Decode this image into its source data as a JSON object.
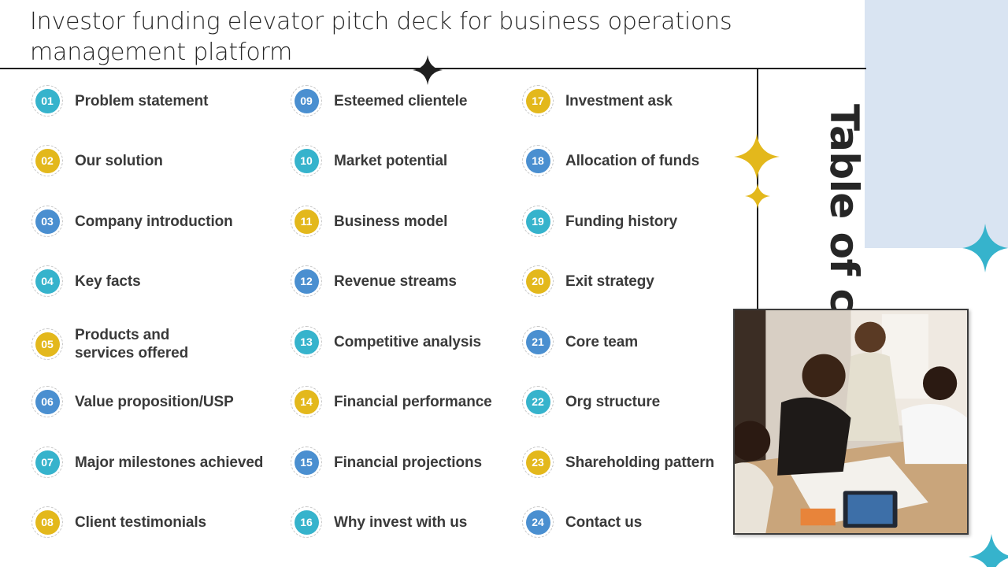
{
  "slide": {
    "title_line1": "Investor funding elevator pitch deck for business operations",
    "title_line2": "management platform",
    "toc_heading": "Table of contents"
  },
  "colors": {
    "teal": "#36b3cc",
    "gold": "#e3b81c",
    "blue": "#4a8fd0",
    "panel": "#d9e4f2",
    "text": "#3a3a3a"
  },
  "icons": [
    "sparkle-star-icon",
    "sparkle-star-icon",
    "sparkle-star-icon",
    "sparkle-star-icon",
    "sparkle-star-icon"
  ],
  "photo": {
    "description_icon": "team-meeting-photo"
  },
  "items": [
    {
      "num": "01",
      "label": "Problem statement",
      "color": "teal"
    },
    {
      "num": "02",
      "label": "Our solution",
      "color": "gold"
    },
    {
      "num": "03",
      "label": "Company introduction",
      "color": "blue"
    },
    {
      "num": "04",
      "label": "Key facts",
      "color": "teal"
    },
    {
      "num": "05",
      "label": "Products and\nservices offered",
      "color": "gold"
    },
    {
      "num": "06",
      "label": "Value proposition/USP",
      "color": "blue"
    },
    {
      "num": "07",
      "label": "Major milestones achieved",
      "color": "teal"
    },
    {
      "num": "08",
      "label": "Client testimonials",
      "color": "gold"
    },
    {
      "num": "09",
      "label": "Esteemed clientele",
      "color": "blue"
    },
    {
      "num": "10",
      "label": "Market potential",
      "color": "teal"
    },
    {
      "num": "11",
      "label": "Business model",
      "color": "gold"
    },
    {
      "num": "12",
      "label": "Revenue streams",
      "color": "blue"
    },
    {
      "num": "13",
      "label": "Competitive analysis",
      "color": "teal"
    },
    {
      "num": "14",
      "label": "Financial performance",
      "color": "gold"
    },
    {
      "num": "15",
      "label": "Financial projections",
      "color": "blue"
    },
    {
      "num": "16",
      "label": "Why invest with us",
      "color": "teal"
    },
    {
      "num": "17",
      "label": "Investment ask",
      "color": "gold"
    },
    {
      "num": "18",
      "label": "Allocation of funds",
      "color": "blue"
    },
    {
      "num": "19",
      "label": "Funding history",
      "color": "teal"
    },
    {
      "num": "20",
      "label": "Exit strategy",
      "color": "gold"
    },
    {
      "num": "21",
      "label": "Core team",
      "color": "blue"
    },
    {
      "num": "22",
      "label": "Org structure",
      "color": "teal"
    },
    {
      "num": "23",
      "label": "Shareholding pattern",
      "color": "gold"
    },
    {
      "num": "24",
      "label": "Contact us",
      "color": "blue"
    }
  ]
}
